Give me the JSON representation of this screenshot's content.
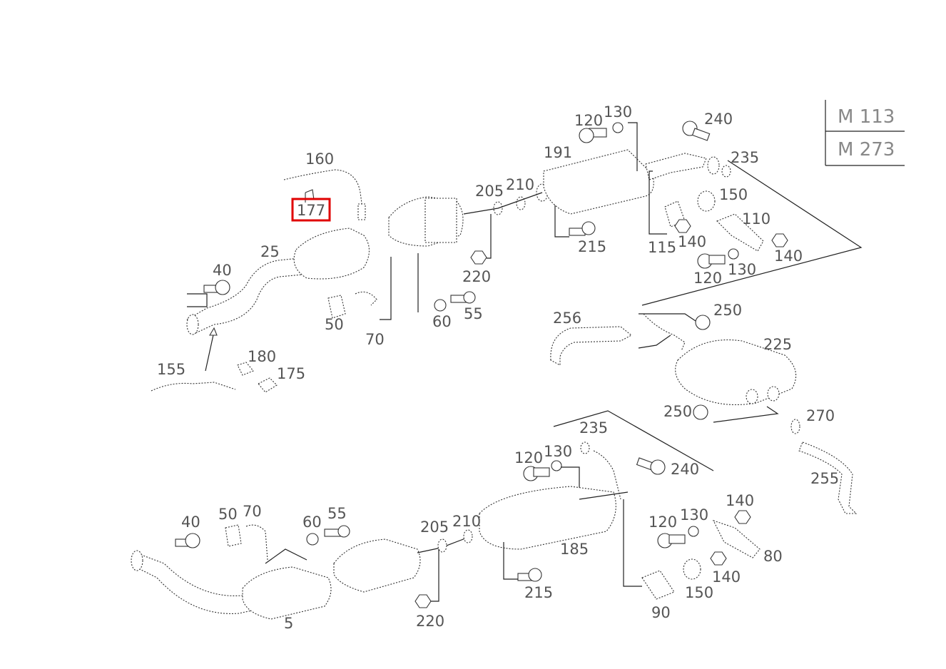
{
  "engine_table": {
    "row1": "M 113",
    "row2": "M 273"
  },
  "highlighted_part": "177",
  "labels": {
    "p160": "160",
    "p177": "177",
    "p25": "25",
    "p40a": "40",
    "p50a": "50",
    "p70a": "70",
    "p60a": "60",
    "p55a": "55",
    "p155": "155",
    "p180": "180",
    "p175": "175",
    "p205a": "205",
    "p210a": "210",
    "p220a": "220",
    "p215a": "215",
    "p120a": "120",
    "p130a": "130",
    "p191": "191",
    "p240a": "240",
    "p235a": "235",
    "p150a": "150",
    "p110": "110",
    "p115": "115",
    "p140a": "140",
    "p140b": "140",
    "p120b": "120",
    "p130b": "130",
    "p256": "256",
    "p250a": "250",
    "p225": "225",
    "p250b": "250",
    "p270": "270",
    "p255": "255",
    "p235b": "235",
    "p120c": "120",
    "p130c": "130",
    "p240b": "240",
    "p40b": "40",
    "p50b": "50",
    "p70b": "70",
    "p60b": "60",
    "p55b": "55",
    "p205b": "205",
    "p210b": "210",
    "p185": "185",
    "p215b": "215",
    "p220b": "220",
    "p5": "5",
    "p140c": "140",
    "p120d": "120",
    "p130d": "130",
    "p80": "80",
    "p140d": "140",
    "p150b": "150",
    "p90": "90"
  }
}
